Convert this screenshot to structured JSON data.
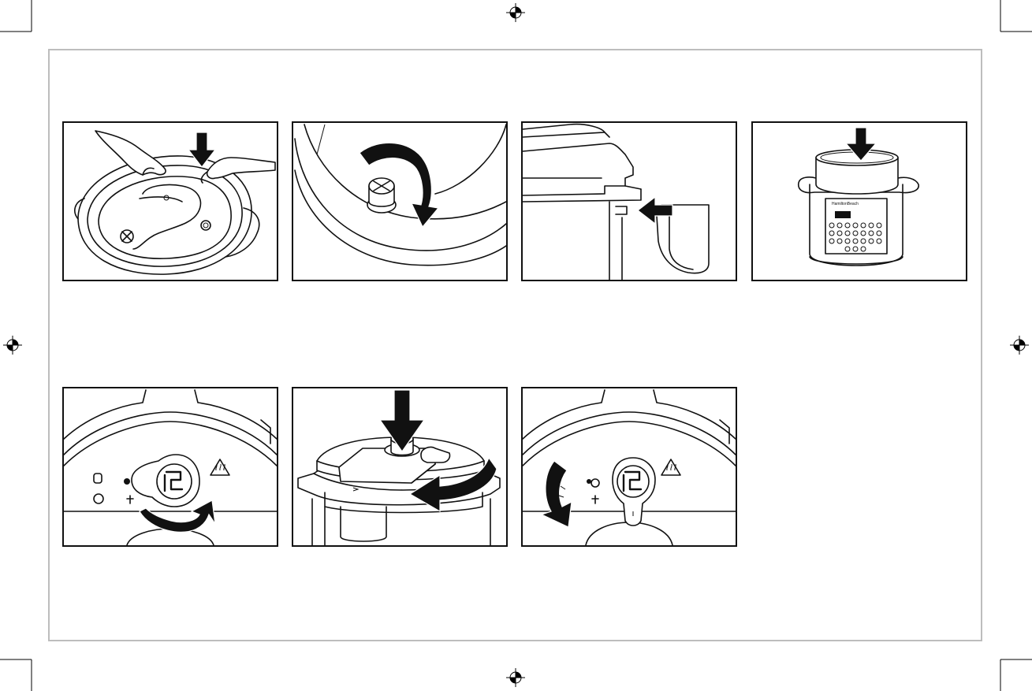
{
  "document": {
    "brand_text": "HamiltonBeach",
    "panels_top_row": [
      {
        "name": "panel-install-seal-ring",
        "icon": "hands-pressing-ring-icon"
      },
      {
        "name": "panel-twist-float-valve",
        "icon": "clockwise-arrow-icon"
      },
      {
        "name": "panel-attach-condensation-cup",
        "icon": "left-arrow-icon"
      },
      {
        "name": "panel-insert-inner-pot",
        "icon": "down-arrow-icon"
      }
    ],
    "panels_bottom_row": [
      {
        "name": "panel-turn-knob-to-seal",
        "icon": "clockwise-arrow-icon"
      },
      {
        "name": "panel-press-and-rotate-lid",
        "icon": "down-arrow-icon"
      },
      {
        "name": "panel-turn-knob-to-vent",
        "icon": "counterclockwise-arrow-icon"
      }
    ],
    "colors": {
      "line": "#111111",
      "frame": "#bdbdbd",
      "background": "#ffffff"
    }
  }
}
